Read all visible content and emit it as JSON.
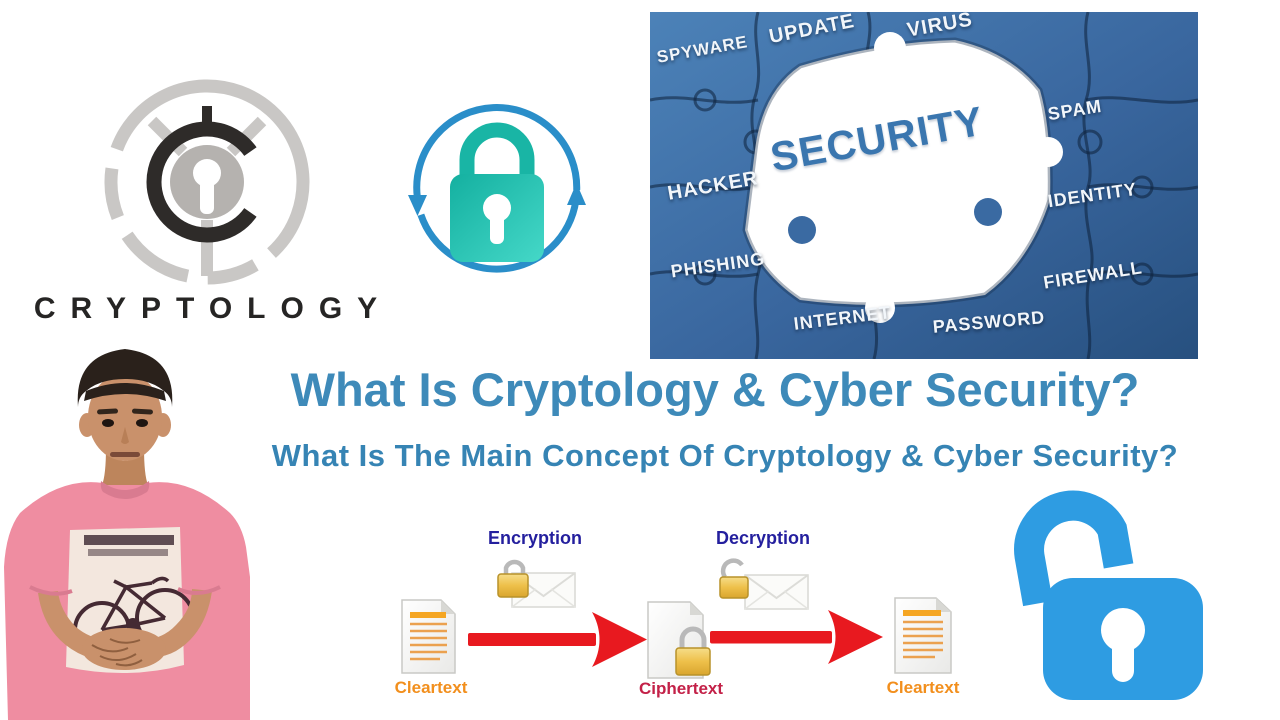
{
  "branding": {
    "logo_text": "CRYPTOLOGY"
  },
  "hero": {
    "title_line1": "What Is Cryptology & Cyber Security?",
    "title_line2": "What Is The Main Concept Of Cryptology & Cyber Security?",
    "title_color": "#3e8ab9"
  },
  "puzzle": {
    "center_word": "SECURITY",
    "labels": [
      "SPYWARE",
      "UPDATE",
      "VIRUS",
      "SPAM",
      "HACKER",
      "IDENTITY",
      "PHISHING",
      "FIREWALL",
      "INTERNET",
      "PASSWORD"
    ],
    "piece_color": "#3d6da6",
    "center_word_color": "#3a76af"
  },
  "diagram": {
    "encryption_label": "Encryption",
    "decryption_label": "Decryption",
    "cleartext_label_left": "Cleartext",
    "ciphertext_label": "Ciphertext",
    "cleartext_label_right": "Cleartext",
    "process_label_color": "#241f9e",
    "cleartext_color": "#f28f1d",
    "ciphertext_color": "#c32148",
    "arrow_color": "#e8191f"
  },
  "icons": {
    "cryptology_logo": "keyhole-monogram-logo",
    "sync_lock": "teal-padlock-with-sync-arrows",
    "closed_padlock_envelope": "gold-padlock-and-envelope",
    "open_padlock_envelope": "open-gold-padlock-and-envelope",
    "cleartext_document": "document-with-text-lines",
    "ciphertext_document": "document-with-gold-padlock",
    "open_padlock": "blue-open-padlock"
  },
  "colors": {
    "teal_lock_start": "#14b0a0",
    "teal_lock_end": "#45d8c8",
    "sync_arrow_blue": "#2a8ec9",
    "big_padlock_blue": "#2e9ce2",
    "logo_gray": "#c9c7c5",
    "logo_black": "#2e2b29",
    "shirt_pink": "#ef8da1"
  }
}
